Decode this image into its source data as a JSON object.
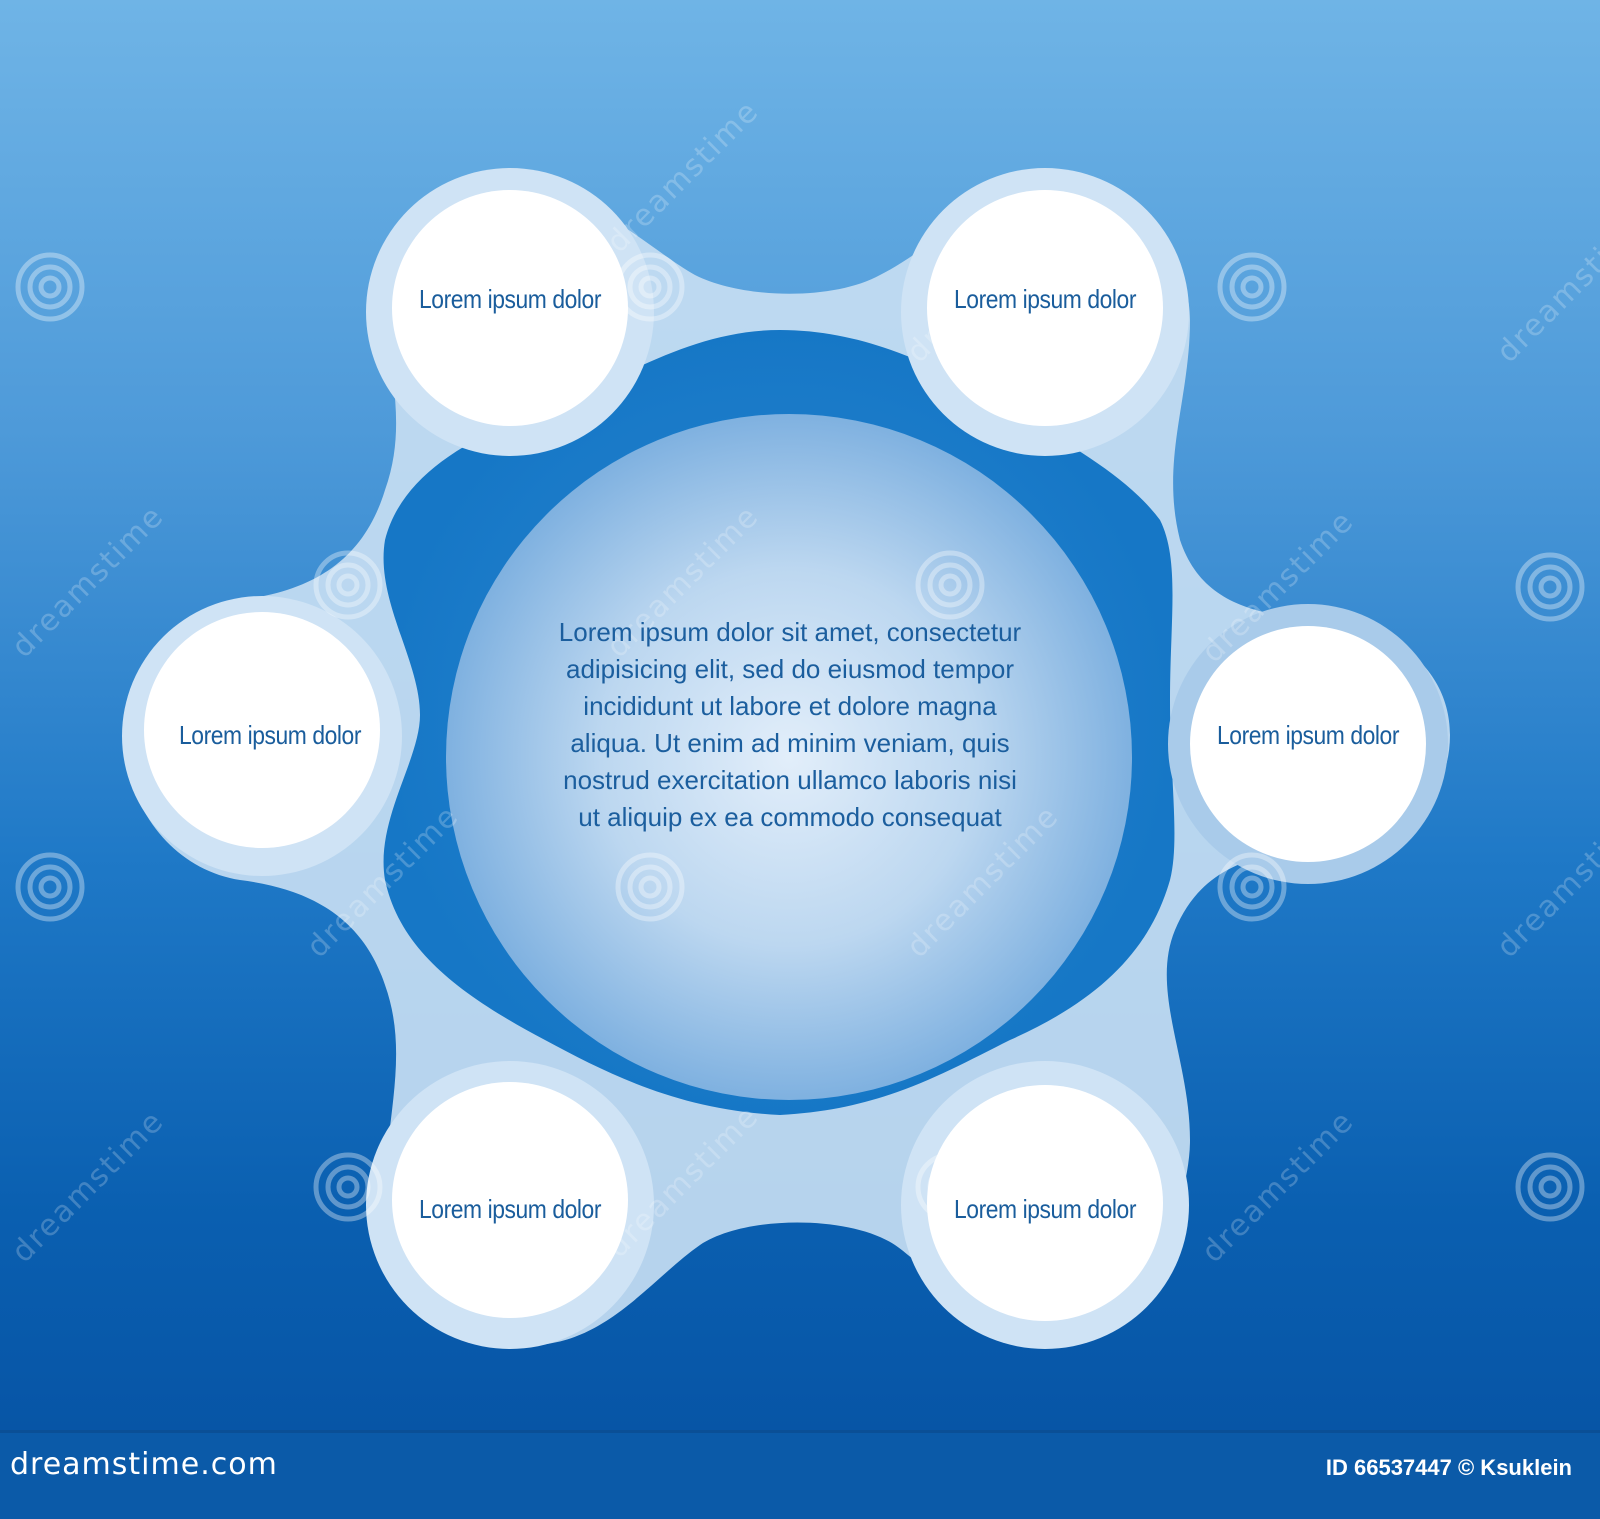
{
  "diagram": {
    "center_text_lines": [
      "Lorem ipsum dolor sit amet, consectetur",
      "adipisicing elit, sed do eiusmod tempor",
      "incididunt ut labore et dolore magna",
      "aliqua. Ut enim ad minim veniam, quis",
      "nostrud exercitation ullamco laboris nisi",
      "ut aliquip ex ea commodo consequat"
    ],
    "nodes": [
      {
        "label": "Lorem ipsum dolor"
      },
      {
        "label": "Lorem ipsum dolor"
      },
      {
        "label": "Lorem ipsum dolor"
      },
      {
        "label": "Lorem ipsum dolor"
      },
      {
        "label": "Lorem ipsum dolor"
      },
      {
        "label": "Lorem ipsum dolor"
      }
    ]
  },
  "watermark": {
    "text": "dreamstime"
  },
  "footer": {
    "brand": "dreamstime.com",
    "credit": "ID 66537447 © Ksuklein"
  },
  "colors": {
    "text_blue": "#1b5e9e",
    "ring": "#c5ddf2",
    "footer_bg": "#0b5aa8"
  }
}
